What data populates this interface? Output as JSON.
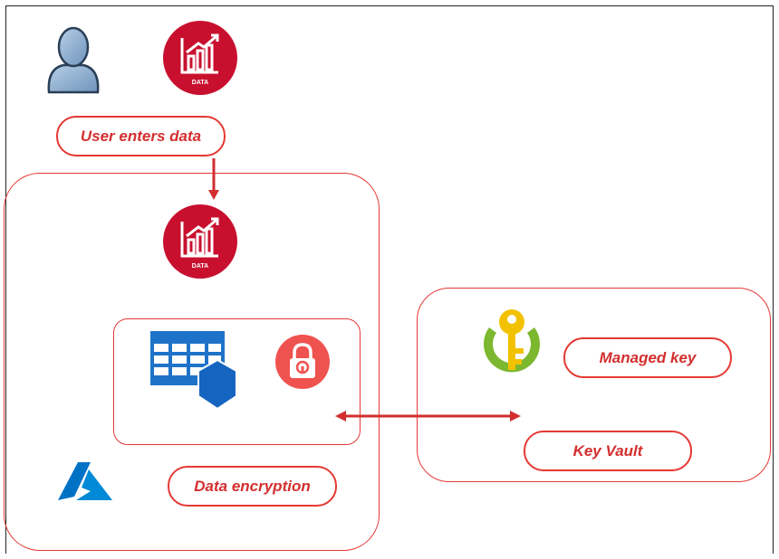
{
  "labels": {
    "user_enters_data": "User enters data",
    "data_encryption": "Data encryption",
    "managed_key": "Managed key",
    "key_vault": "Key Vault",
    "data_icon_text": "DATA"
  },
  "icons": [
    "user-icon",
    "data-chart-icon",
    "table-database-icon",
    "lock-icon",
    "azure-logo-icon",
    "key-vault-key-icon"
  ],
  "colors": {
    "accent_red": "#e53935",
    "data_icon_red": "#c8102e",
    "lock_red": "#ef5350",
    "azure_blue": "#0072c6",
    "key_yellow": "#f2c200",
    "vault_green": "#7cb82f",
    "user_blue": "#8fb1d3"
  }
}
